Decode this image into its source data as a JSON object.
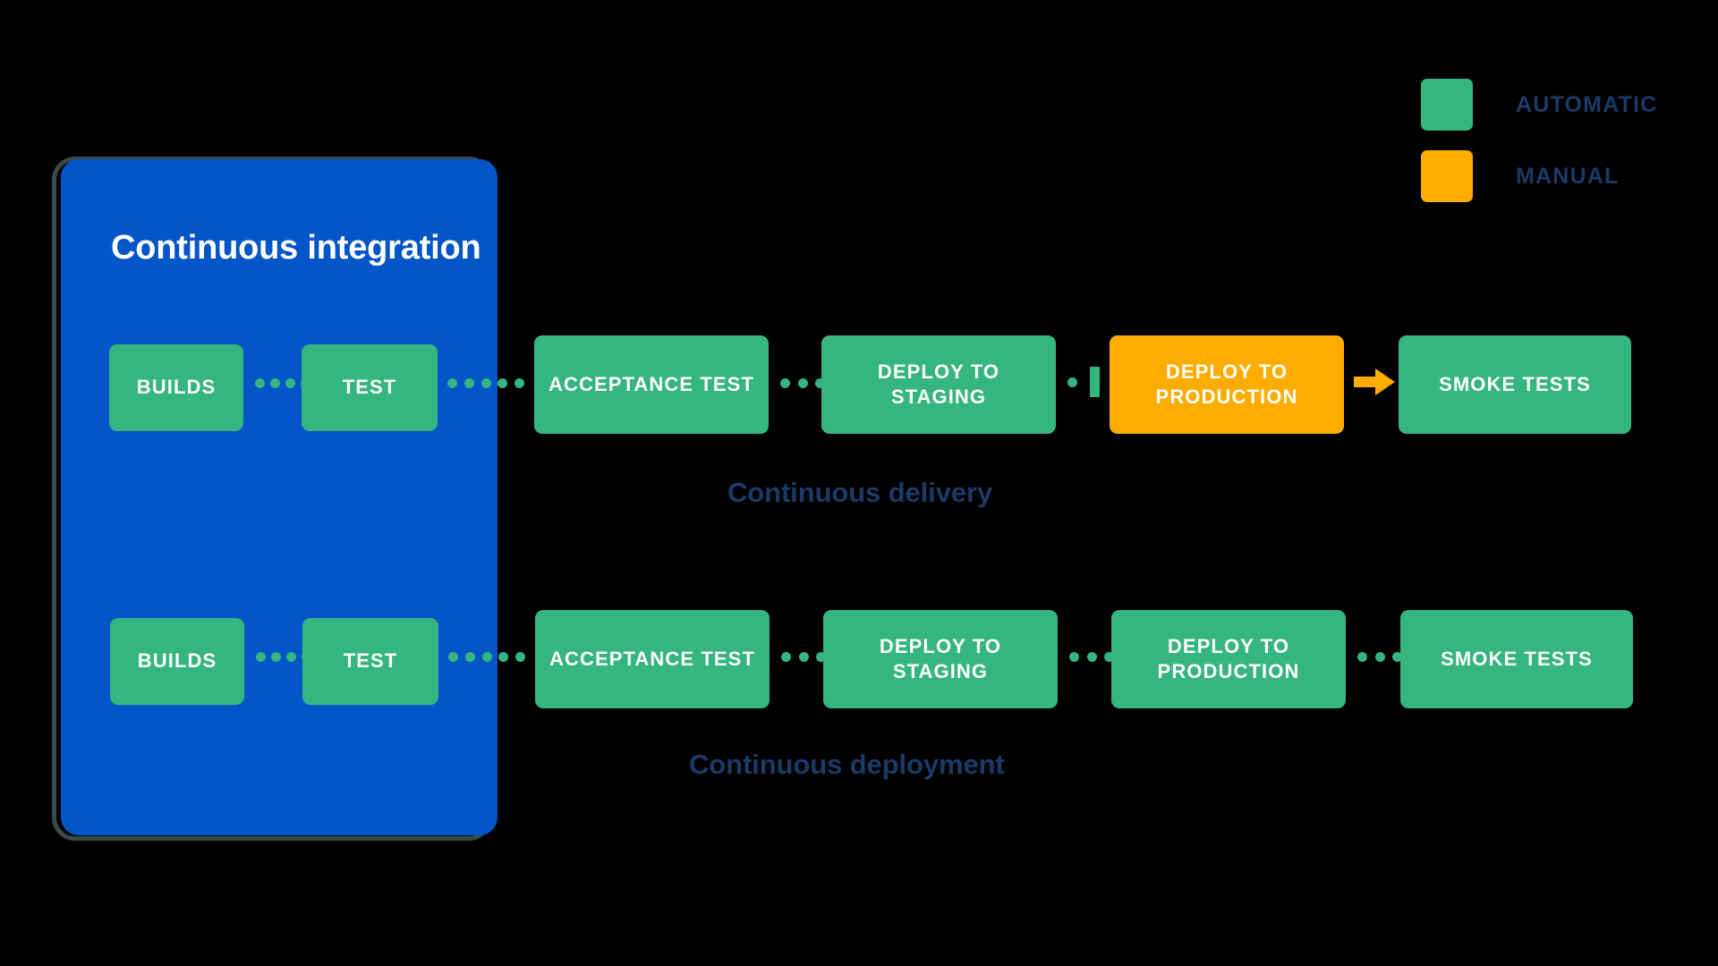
{
  "ci_panel": {
    "title": "Continuous integration",
    "color": "#0455c8",
    "outline_color": "#394b47"
  },
  "legend": {
    "items": [
      {
        "label": "AUTOMATIC",
        "color": "#35b57f"
      },
      {
        "label": "MANUAL",
        "color": "#ffac00"
      }
    ]
  },
  "colors": {
    "automatic": "#35b57f",
    "manual": "#ffac00",
    "panel_blue": "#0455c8",
    "caption_navy": "#1b3a68",
    "background": "#000000"
  },
  "flows": [
    {
      "caption": "Continuous delivery",
      "stages": [
        {
          "label": "BUILDS",
          "type": "automatic",
          "in_ci_panel": true
        },
        {
          "label": "TEST",
          "type": "automatic",
          "in_ci_panel": true
        },
        {
          "label": "ACCEPTANCE TEST",
          "type": "automatic",
          "in_ci_panel": false
        },
        {
          "label": "DEPLOY TO STAGING",
          "type": "automatic",
          "in_ci_panel": false
        },
        {
          "label": "DEPLOY TO PRODUCTION",
          "type": "manual",
          "in_ci_panel": false
        },
        {
          "label": "SMOKE TESTS",
          "type": "automatic",
          "in_ci_panel": false
        }
      ],
      "connectors": [
        "dots",
        "dots",
        "dots",
        "manual-gate",
        "arrow"
      ]
    },
    {
      "caption": "Continuous deployment",
      "stages": [
        {
          "label": "BUILDS",
          "type": "automatic",
          "in_ci_panel": true
        },
        {
          "label": "TEST",
          "type": "automatic",
          "in_ci_panel": true
        },
        {
          "label": "ACCEPTANCE TEST",
          "type": "automatic",
          "in_ci_panel": false
        },
        {
          "label": "DEPLOY TO STAGING",
          "type": "automatic",
          "in_ci_panel": false
        },
        {
          "label": "DEPLOY TO PRODUCTION",
          "type": "automatic",
          "in_ci_panel": false
        },
        {
          "label": "SMOKE TESTS",
          "type": "automatic",
          "in_ci_panel": false
        }
      ],
      "connectors": [
        "dots",
        "dots",
        "dots",
        "dots",
        "dots"
      ]
    }
  ]
}
